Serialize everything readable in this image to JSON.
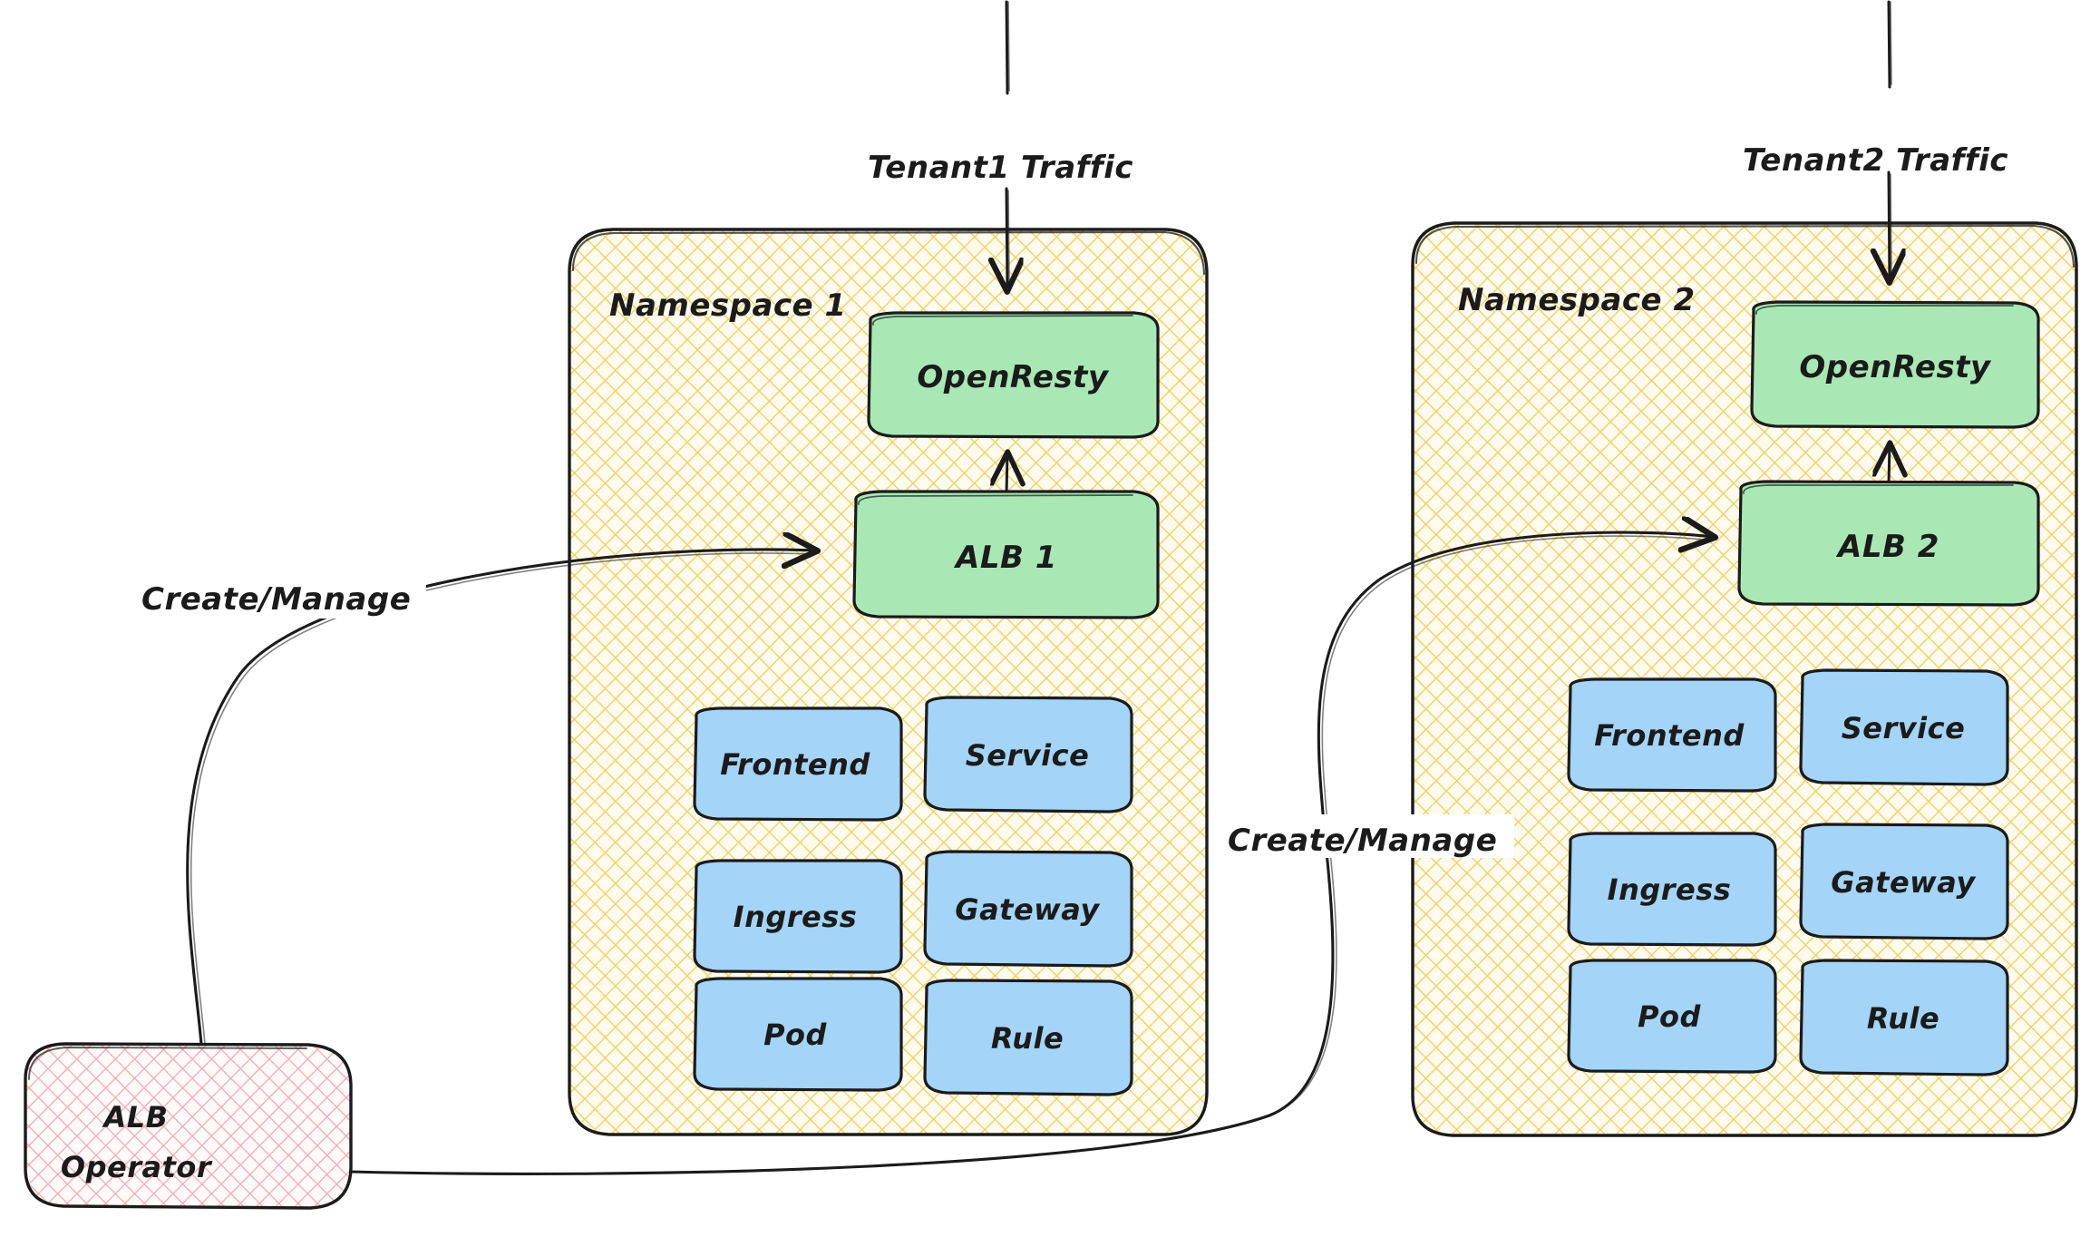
{
  "diagram": {
    "title": "ALB Operator multi-tenant namespace architecture",
    "background": "#ffffff",
    "colors": {
      "namespace_fill": "#fdf3c9",
      "namespace_hatch": "#f2d469",
      "namespace_stroke": "#1b1b1b",
      "green_fill": "#a9e8b5",
      "green_stroke": "#1b1b1b",
      "blue_fill": "#a4d4f7",
      "blue_stroke": "#1b1b1b",
      "operator_fill": "#fbe2e4",
      "operator_hatch": "#f0adb3",
      "operator_stroke": "#1b1b1b",
      "edge_stroke": "#1b1b1b",
      "text": "#1b1b1b"
    },
    "traffic_inputs": [
      {
        "id": "tenant1-traffic",
        "label": "Tenant1 Traffic",
        "target": "openresty-1"
      },
      {
        "id": "tenant2-traffic",
        "label": "Tenant2 Traffic",
        "target": "openresty-2"
      }
    ],
    "namespaces": [
      {
        "id": "namespace-1",
        "label": "Namespace 1",
        "gateway_nodes": [
          {
            "id": "openresty-1",
            "label": "OpenResty",
            "kind": "green"
          },
          {
            "id": "alb-1",
            "label": "ALB 1",
            "kind": "green"
          }
        ],
        "resources": [
          {
            "id": "frontend-1",
            "label": "Frontend",
            "kind": "blue"
          },
          {
            "id": "service-1",
            "label": "Service",
            "kind": "blue"
          },
          {
            "id": "ingress-1",
            "label": "Ingress",
            "kind": "blue"
          },
          {
            "id": "gateway-1",
            "label": "Gateway",
            "kind": "blue"
          },
          {
            "id": "pod-1",
            "label": "Pod",
            "kind": "blue"
          },
          {
            "id": "rule-1",
            "label": "Rule",
            "kind": "blue"
          }
        ]
      },
      {
        "id": "namespace-2",
        "label": "Namespace 2",
        "gateway_nodes": [
          {
            "id": "openresty-2",
            "label": "OpenResty",
            "kind": "green"
          },
          {
            "id": "alb-2",
            "label": "ALB 2",
            "kind": "green"
          }
        ],
        "resources": [
          {
            "id": "frontend-2",
            "label": "Frontend",
            "kind": "blue"
          },
          {
            "id": "service-2",
            "label": "Service",
            "kind": "blue"
          },
          {
            "id": "ingress-2",
            "label": "Ingress",
            "kind": "blue"
          },
          {
            "id": "gateway-2",
            "label": "Gateway",
            "kind": "blue"
          },
          {
            "id": "pod-2",
            "label": "Pod",
            "kind": "blue"
          },
          {
            "id": "rule-2",
            "label": "Rule",
            "kind": "blue"
          }
        ]
      }
    ],
    "operator": {
      "id": "alb-operator",
      "label_line1": "ALB",
      "label_line2": "Operator"
    },
    "edges": [
      {
        "id": "edge-operator-alb1",
        "label": "Create/Manage",
        "from": "alb-operator",
        "to": "alb-1"
      },
      {
        "id": "edge-operator-alb2",
        "label": "Create/Manage",
        "from": "alb-operator",
        "to": "alb-2"
      },
      {
        "id": "edge-alb1-openresty1",
        "label": "",
        "from": "alb-1",
        "to": "openresty-1"
      },
      {
        "id": "edge-alb2-openresty2",
        "label": "",
        "from": "alb-2",
        "to": "openresty-2"
      }
    ]
  }
}
